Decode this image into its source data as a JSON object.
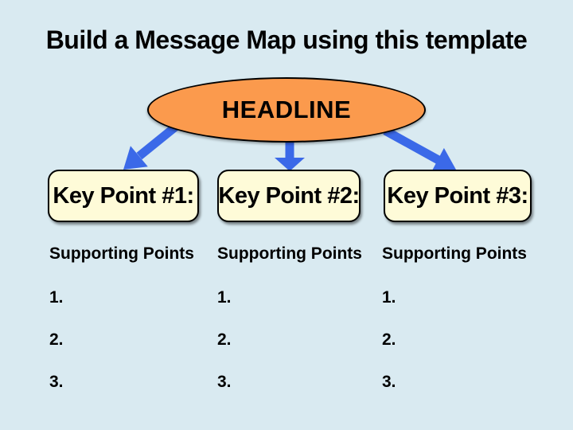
{
  "slide": {
    "title": "Build a Message Map using this template",
    "headline": {
      "label": "HEADLINE"
    },
    "key_points": [
      {
        "label": "Key Point #1:"
      },
      {
        "label": "Key Point #2:"
      },
      {
        "label": "Key Point #3:"
      }
    ],
    "supporting_columns": [
      {
        "header": "Supporting Points",
        "items": [
          "1.",
          "2.",
          "3."
        ]
      },
      {
        "header": "Supporting Points",
        "items": [
          "1.",
          "2.",
          "3."
        ]
      },
      {
        "header": "Supporting Points",
        "items": [
          "1.",
          "2.",
          "3."
        ]
      }
    ],
    "colors": {
      "background": "#D9EAF1",
      "ellipse_fill": "#FB9A4D",
      "box_fill": "#FEFBD8",
      "arrow": "#3B69E8",
      "outline": "#000000",
      "text": "#000000"
    }
  }
}
